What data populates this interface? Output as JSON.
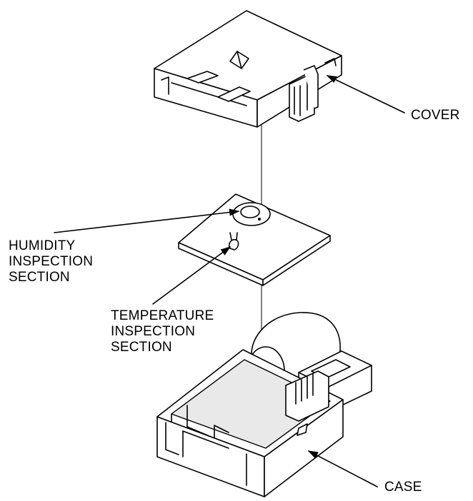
{
  "labels": {
    "cover": "COVER",
    "humidity": [
      "HUMIDITY",
      "INSPECTION",
      "SECTION"
    ],
    "temperature": [
      "TEMPERATURE",
      "INSPECTION",
      "SECTION"
    ],
    "case": "CASE"
  }
}
